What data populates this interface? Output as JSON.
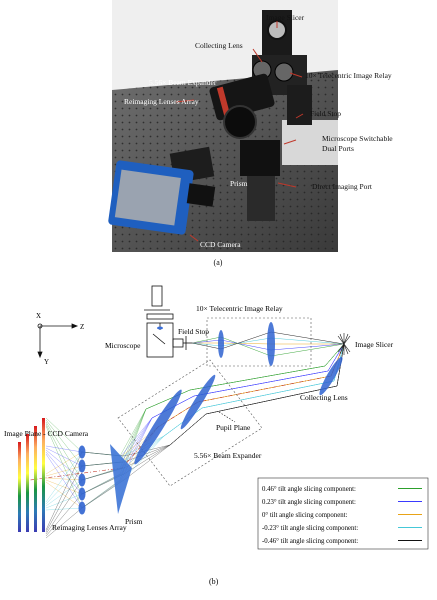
{
  "photo": {
    "callouts": {
      "image_slicer": "Image Slicer",
      "collecting_lens": "Collecting Lens",
      "beam_expander": "5.56× Beam Expander",
      "telecentric_relay": "10× Telecentric Image Relay",
      "field_stop": "Field Stop",
      "reimaging_array": "Reimaging Lenses Array",
      "microscope_ports_1": "Microscope Switchable",
      "microscope_ports_2": "Dual Ports",
      "prism": "Prism",
      "direct_port": "Direct Imaging Port",
      "ccd_camera": "CCD Camera"
    },
    "caption": "(a)"
  },
  "diagram": {
    "labels": {
      "telecentric_relay": "10× Telecentric Image Relay",
      "field_stop": "Field Stop",
      "microscope": "Microscope",
      "image_slicer": "Image Slicer",
      "collecting_lens": "Collecting Lens",
      "pupil_plane": "Pupil Plane",
      "beam_expander": "5.56× Beam Expander",
      "image_plane": "Image Plane - CCD Camera",
      "prism": "Prism",
      "reimaging_array": "Reimaging Lenses Array"
    },
    "axes": {
      "x": "X",
      "z": "Z",
      "y": "Y"
    },
    "legend": [
      {
        "label": "0.46° tilt angle slicing component:",
        "color": "#2ca02c"
      },
      {
        "label": "0.23° tilt angle slicing component:",
        "color": "#3a3aff"
      },
      {
        "label": "0°  tilt angle slicing component:",
        "color": "#e8a317"
      },
      {
        "label": "-0.23° tilt angle slicing component:",
        "color": "#45c8d8"
      },
      {
        "label": "-0.46° tilt angle slicing component:",
        "color": "#111111"
      }
    ],
    "caption": "(b)"
  }
}
